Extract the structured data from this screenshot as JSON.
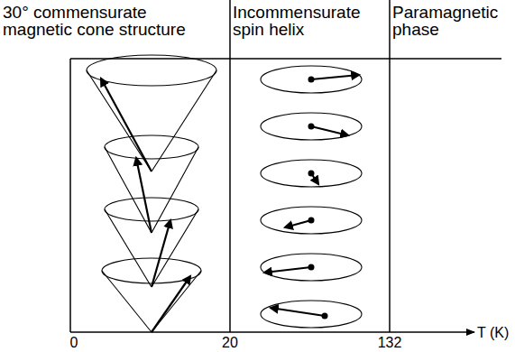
{
  "diagram": {
    "nodes": [
      {
        "text": [
          "30° commensurate magnetic cone structure"
        ]
      },
      {
        "text": [
          "Incommensurate spin helix"
        ]
      },
      {
        "text": [
          "Paramagnetic phase"
        ]
      }
    ],
    "labels": [
      "0",
      "20",
      "132",
      "T (K)"
    ]
  }
}
